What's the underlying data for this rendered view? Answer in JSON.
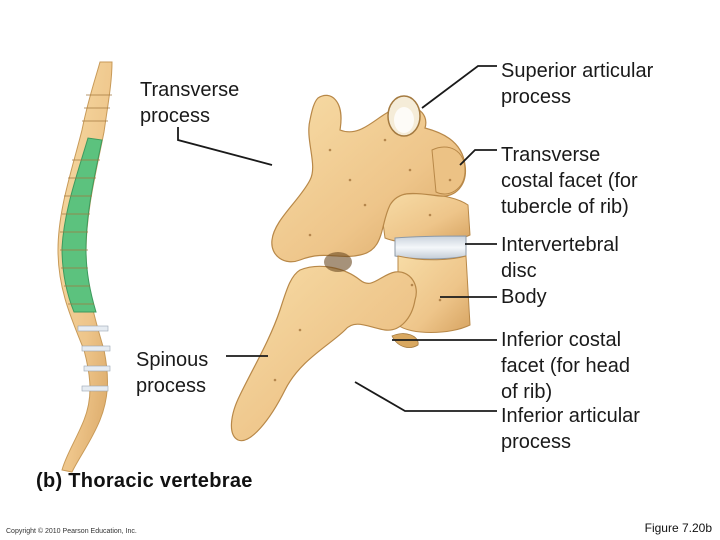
{
  "labels": {
    "transverse_process_1": "Transverse",
    "transverse_process_2": "process",
    "superior_articular_1": "Superior articular",
    "superior_articular_2": "process",
    "transverse_costal_1": "Transverse",
    "transverse_costal_2": "costal facet (for",
    "transverse_costal_3": "tubercle of rib)",
    "intervertebral_1": "Intervertebral",
    "intervertebral_2": "disc",
    "body": "Body",
    "spinous_1": "Spinous",
    "spinous_2": "process",
    "inferior_costal_1": "Inferior costal",
    "inferior_costal_2": "facet (for head",
    "inferior_costal_3": "of rib)",
    "inferior_articular_1": "Inferior articular",
    "inferior_articular_2": "process"
  },
  "caption": "(b) Thoracic vertebrae",
  "copyright": "Copyright © 2010 Pearson Education, Inc.",
  "figure_number": "Figure 7.20b",
  "colors": {
    "bone": "#f0cc8c",
    "bone_shadow": "#d9a860",
    "bone_dark": "#c08a45",
    "thoracic_highlight": "#5cc27e",
    "disc": "#dfe6ee",
    "leader_line": "#1a1a1a"
  }
}
